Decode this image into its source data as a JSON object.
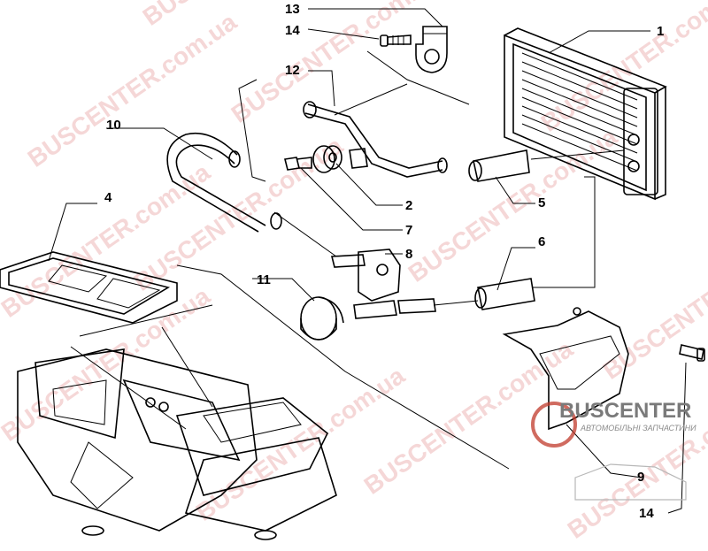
{
  "callouts": [
    {
      "id": "13",
      "text": "13"
    },
    {
      "id": "14a",
      "text": "14"
    },
    {
      "id": "12",
      "text": "12"
    },
    {
      "id": "1",
      "text": "1"
    },
    {
      "id": "10",
      "text": "10"
    },
    {
      "id": "2",
      "text": "2"
    },
    {
      "id": "5",
      "text": "5"
    },
    {
      "id": "4",
      "text": "4"
    },
    {
      "id": "7",
      "text": "7"
    },
    {
      "id": "8",
      "text": "8"
    },
    {
      "id": "6",
      "text": "6"
    },
    {
      "id": "11",
      "text": "11"
    },
    {
      "id": "9",
      "text": "9"
    },
    {
      "id": "14b",
      "text": "14"
    }
  ],
  "watermark": {
    "text": "BUSCENTER.com.ua"
  },
  "logo": {
    "name": "BUSCENTER",
    "tagline": "АВТОМОБІЛЬНІ ЗАПЧАСТИНИ",
    "accent_color": "#c0392b",
    "text_color": "#7a7a7a"
  }
}
